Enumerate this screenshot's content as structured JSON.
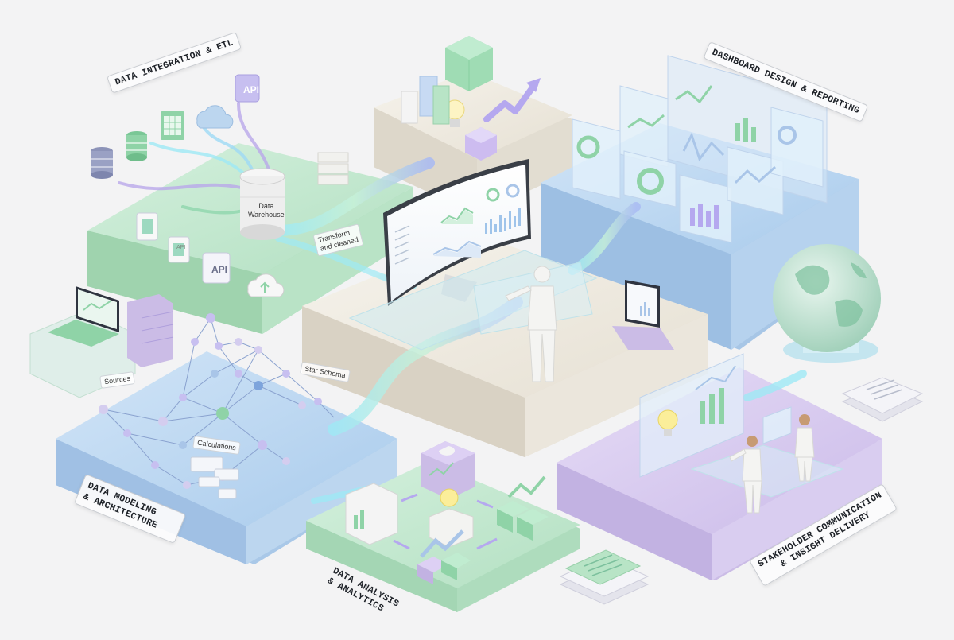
{
  "labels": {
    "integration": "DATA INTEGRATION & ETL",
    "dashboard": "DASHBOARD DESIGN & REPORTING",
    "modeling_1": "DATA MODELING",
    "modeling_2": "& ARCHITECTURE",
    "analysis_1": "DATA ANALYSIS",
    "analysis_2": "& ANALYTICS",
    "stakeholder_1": "STAKEHOLDER COMMUNICATION",
    "stakeholder_2": "& INSIGHT DELIVERY"
  },
  "small_labels": {
    "warehouse_1": "Data",
    "warehouse_2": "Warehouse",
    "transform_1": "Transform",
    "transform_2": "and cleaned",
    "sources": "Sources",
    "schema": "Star Schema",
    "calculations": "Calculations",
    "api_1": "API",
    "api_2": "API",
    "api_3": "API"
  },
  "colors": {
    "green": "#bfe6cc",
    "blue": "#bcd6ef",
    "lavender": "#d8cdef",
    "beige": "#ece7dd",
    "cyan_stream": "#8fe0f0"
  }
}
